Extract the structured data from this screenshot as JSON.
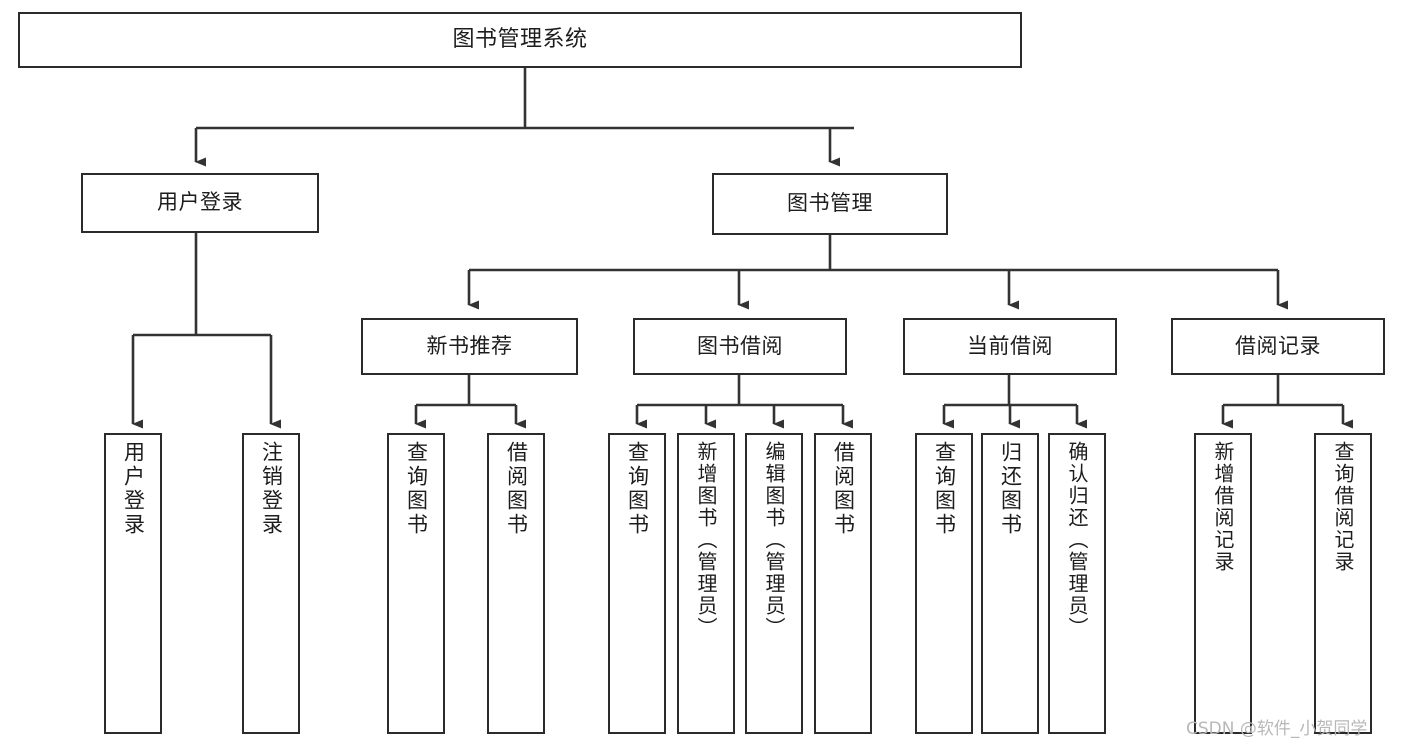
{
  "diagram": {
    "title": "图书管理系统",
    "type": "tree-hierarchy",
    "watermark": "CSDN @软件_小贺同学",
    "colors": {
      "background": "#ffffff",
      "box_border": "#2b2b2b",
      "connector": "#333333",
      "text": "#1d1d1d",
      "watermark": "#b8b8b8"
    },
    "root": {
      "label": "图书管理系统"
    },
    "level2": [
      {
        "label": "用户登录"
      },
      {
        "label": "图书管理"
      }
    ],
    "level3": [
      {
        "label": "新书推荐"
      },
      {
        "label": "图书借阅"
      },
      {
        "label": "当前借阅"
      },
      {
        "label": "借阅记录"
      }
    ],
    "leaves": {
      "user_login": [
        {
          "label": "用户登录"
        },
        {
          "label": "注销登录"
        }
      ],
      "new_book_recommend": [
        {
          "label": "查询图书"
        },
        {
          "label": "借阅图书"
        }
      ],
      "book_borrow": [
        {
          "label": "查询图书"
        },
        {
          "label": "新增图书（管理员）"
        },
        {
          "label": "编辑图书（管理员）"
        },
        {
          "label": "借阅图书"
        }
      ],
      "current_borrow": [
        {
          "label": "查询图书"
        },
        {
          "label": "归还图书"
        },
        {
          "label": "确认归还（管理员）"
        }
      ],
      "borrow_record": [
        {
          "label": "新增借阅记录"
        },
        {
          "label": "查询借阅记录"
        }
      ]
    }
  }
}
